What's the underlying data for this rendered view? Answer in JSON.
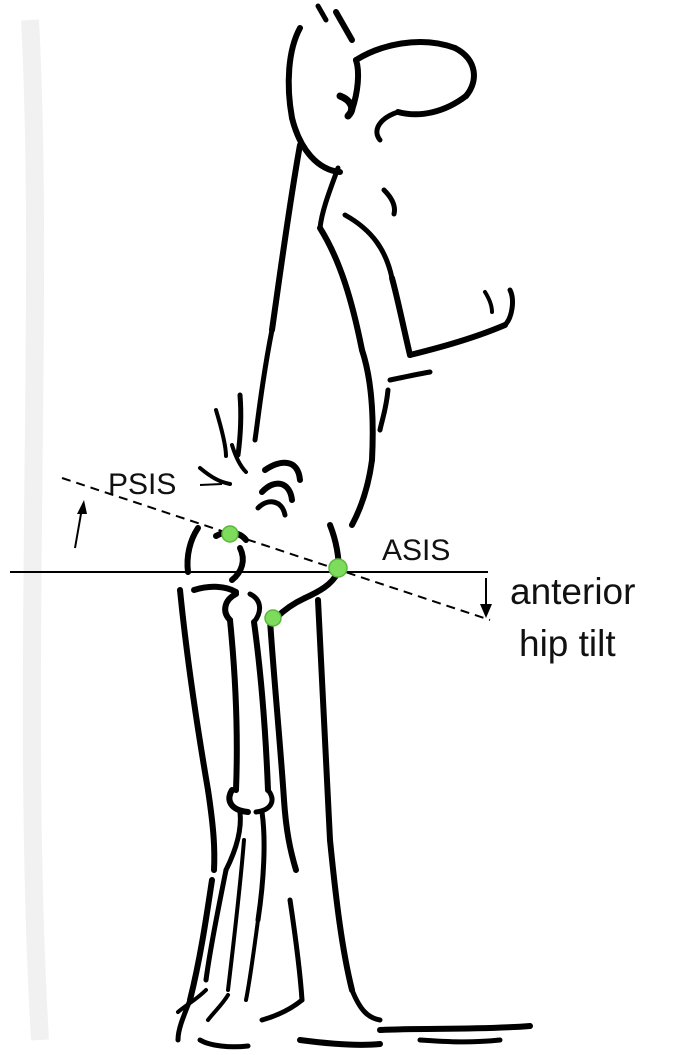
{
  "labels": {
    "psis": "PSIS",
    "asis": "ASIS",
    "anterior_line1": "anterior",
    "anterior_line2": "hip tilt"
  },
  "colors": {
    "ink": "#000000",
    "landmark": "#7ddc5c",
    "background": "#ffffff"
  },
  "markers": [
    "psis-landmark",
    "asis-landmark",
    "femoral-landmark"
  ]
}
